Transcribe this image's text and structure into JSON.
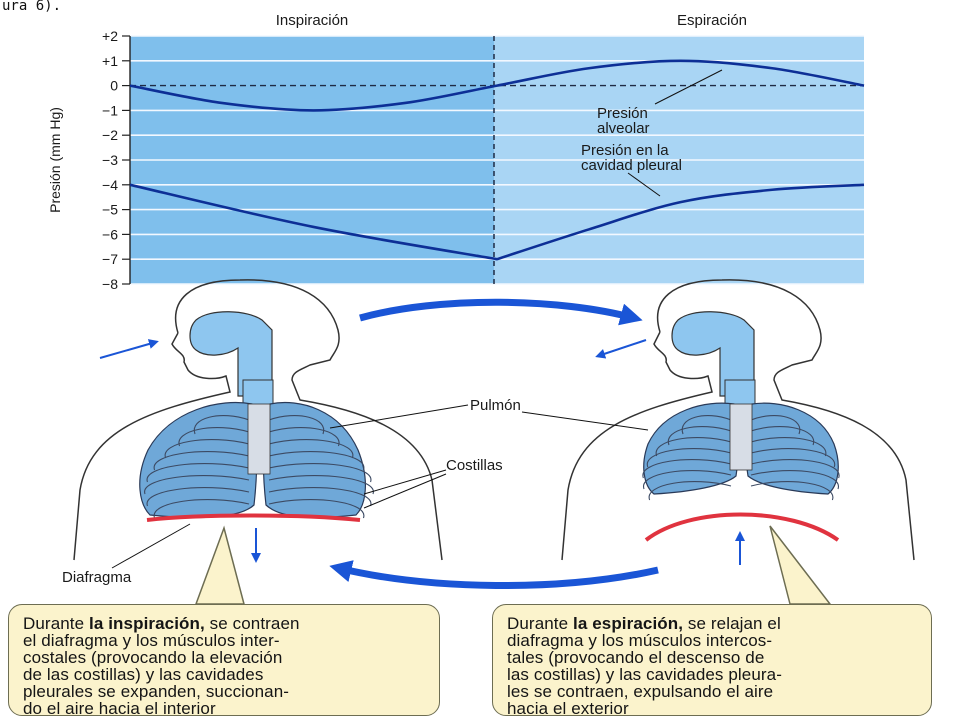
{
  "caption_fragment": "ura 6).",
  "chart": {
    "phase_left": "Inspiración",
    "phase_right": "Espiración",
    "ylabel": "Presión (mm Hg)",
    "ticks": [
      "+2",
      "+1",
      "0",
      "−1",
      "−2",
      "−3",
      "−4",
      "−5",
      "−6",
      "−7",
      "−8"
    ],
    "alveolar_label_1": "Presión",
    "alveolar_label_2": "alveolar",
    "pleural_label_1": "Presión en la",
    "pleural_label_2": "cavidad pleural",
    "colors": {
      "panel_left": "#7fbfec",
      "panel_right": "#a9d5f4",
      "curve": "#0d2f96"
    }
  },
  "chart_data": {
    "type": "line",
    "ylabel": "Presión (mm Hg)",
    "ylim": [
      -8,
      2
    ],
    "yticks": [
      2,
      1,
      0,
      -1,
      -2,
      -3,
      -4,
      -5,
      -6,
      -7,
      -8
    ],
    "phases": [
      "Inspiración",
      "Espiración"
    ],
    "x_domain": [
      0,
      1
    ],
    "series": [
      {
        "name": "Presión alveolar",
        "points": [
          [
            0,
            0
          ],
          [
            0.25,
            -0.7
          ],
          [
            0.5,
            -1
          ],
          [
            0.75,
            -0.7
          ],
          [
            1,
            0
          ],
          [
            1.25,
            0.7
          ],
          [
            1.5,
            1
          ],
          [
            1.75,
            0.7
          ],
          [
            2,
            0
          ]
        ]
      },
      {
        "name": "Presión en la cavidad pleural",
        "points": [
          [
            0,
            -4
          ],
          [
            0.5,
            -5.7
          ],
          [
            1,
            -7
          ],
          [
            1.25,
            -5.8
          ],
          [
            1.5,
            -4.7
          ],
          [
            1.75,
            -4.2
          ],
          [
            2,
            -4
          ]
        ]
      }
    ],
    "grid": true
  },
  "anatomy": {
    "label_lung": "Pulmón",
    "label_ribs": "Costillas",
    "label_diaphragm": "Diafragma"
  },
  "text_boxes": {
    "left": {
      "l1_a": "Durante ",
      "l1_b": "la inspiración,",
      "l1_c": " se contraen",
      "l2": "el diafragma y los músculos inter-",
      "l3": "costales (provocando la elevación",
      "l4": "de las costillas) y las cavidades",
      "l5": "pleurales se expanden, succionan-",
      "l6": "do el aire hacia el interior"
    },
    "right": {
      "l1_a": "Durante ",
      "l1_b": "la espiración,",
      "l1_c": " se relajan el",
      "l2": "diafragma y los músculos intercos-",
      "l3": "tales (provocando el descenso de",
      "l4": "las costillas) y las cavidades pleura-",
      "l5": "les se contraen, expulsando el aire",
      "l6": "hacia el exterior"
    }
  }
}
